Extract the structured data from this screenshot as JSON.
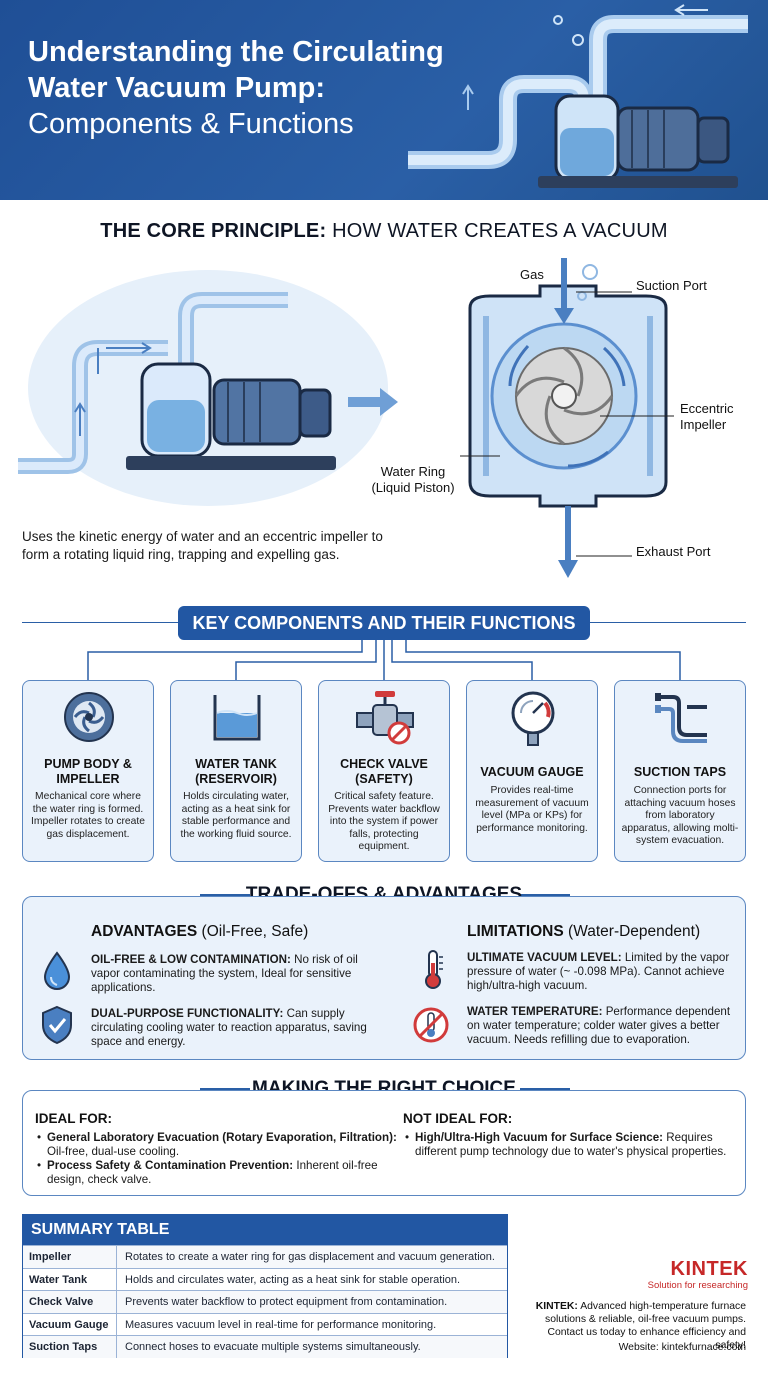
{
  "header": {
    "title_bold": "Understanding the Circulating Water Vacuum Pump:",
    "title_light": "Components & Functions"
  },
  "core_principle": {
    "title_bold": "THE CORE PRINCIPLE:",
    "title_rest": "HOW WATER CREATES A VACUUM",
    "description": "Uses the kinetic energy of water and an eccentric impeller to form a rotating liquid ring, trapping and expelling gas.",
    "labels": {
      "gas": "Gas",
      "suction_port": "Suction Port",
      "eccentric_impeller": "Eccentric Impeller",
      "water_ring": "Water Ring (Liquid Piston)",
      "exhaust_port": "Exhaust Port"
    }
  },
  "key_components": {
    "title": "KEY COMPONENTS AND THEIR FUNCTIONS",
    "cards": [
      {
        "icon": "impeller-icon",
        "title": "PUMP BODY & IMPELLER",
        "desc": "Mechanical core where the water ring is formed. Impeller rotates to create gas displacement."
      },
      {
        "icon": "water-tank-icon",
        "title": "WATER TANK (RESERVOIR)",
        "desc": "Holds circulating water, acting as a heat sink for stable performance and the working fluid source."
      },
      {
        "icon": "check-valve-icon",
        "title": "CHECK VALVE (SAFETY)",
        "desc": "Critical safety feature. Prevents water backflow into the system if power falls, protecting equipment."
      },
      {
        "icon": "vacuum-gauge-icon",
        "title": "VACUUM GAUGE",
        "desc": "Provides real-time measurement of vacuum level (MPa or KPs) for performance monitoring."
      },
      {
        "icon": "suction-taps-icon",
        "title": "SUCTION TAPS",
        "desc": "Connection ports for attaching vacuum hoses from laboratory apparatus, allowing molti-system evacuation."
      }
    ]
  },
  "tradeoffs": {
    "title": "TRADE-OFFS & ADVANTAGES",
    "advantages": {
      "heading_bold": "ADVANTAGES",
      "heading_rest": "(Oil-Free, Safe)",
      "items": [
        {
          "icon": "water-drop-icon",
          "title": "OIL-FREE & LOW CONTAMINATION:",
          "text": "No risk of oil vapor contaminating the system, Ideal for sensitive applications."
        },
        {
          "icon": "shield-check-icon",
          "title": "DUAL-PURPOSE FUNCTIONALITY:",
          "text": "Can supply circulating cooling water to reaction apparatus, saving space and energy."
        }
      ]
    },
    "limitations": {
      "heading_bold": "LIMITATIONS",
      "heading_rest": "(Water-Dependent)",
      "items": [
        {
          "icon": "thermometer-icon",
          "title": "ULTIMATE VACUUM LEVEL:",
          "text": "Limited by the vapor pressure of water (~ -0.098 MPa). Cannot achieve high/ultra-high vacuum."
        },
        {
          "icon": "no-thermometer-icon",
          "title": "WATER TEMPERATURE:",
          "text": "Performance dependent on water temperature; colder water gives a better vacuum. Needs refilling due to evaporation."
        }
      ]
    }
  },
  "choice": {
    "title": "MAKING THE RIGHT CHOICE",
    "ideal": {
      "heading": "IDEAL FOR:",
      "items": [
        {
          "title": "General Laboratory Evacuation (Rotary Evaporation, Filtration):",
          "text": "Oil-free, dual-use cooling."
        },
        {
          "title": "Process Safety & Contamination Prevention:",
          "text": "Inherent oil-free design, check valve."
        }
      ]
    },
    "not_ideal": {
      "heading": "NOT IDEAL FOR:",
      "items": [
        {
          "title": "High/Ultra-High Vacuum for Surface Science:",
          "text": "Requires different pump technology due to water's physical properties."
        }
      ]
    }
  },
  "summary": {
    "title": "SUMMARY TABLE",
    "rows": [
      {
        "k": "Impeller",
        "v": "Rotates to create a water ring for gas displacement and vacuum generation."
      },
      {
        "k": "Water Tank",
        "v": "Holds and circulates water, acting as a heat sink for stable operation."
      },
      {
        "k": "Check Valve",
        "v": "Prevents water backflow to protect equipment from contamination."
      },
      {
        "k": "Vacuum Gauge",
        "v": "Measures vacuum level in real-time for performance monitoring."
      },
      {
        "k": "Suction Taps",
        "v": "Connect hoses to evacuate multiple systems simultaneously."
      }
    ]
  },
  "brand": {
    "name": "KINTEK",
    "tagline": "Solution for researching",
    "info_bold": "KINTEK:",
    "info": "Advanced high-temperature furnace solutions & reliable, oil-free vacuum pumps. Contact us today to enhance efficiency and safety!",
    "website": "Website: kintekfurnace.com"
  },
  "colors": {
    "primary": "#2257a3",
    "card_bg": "#eaf2fb",
    "border": "#5b87c1",
    "brand_red": "#c62828"
  }
}
